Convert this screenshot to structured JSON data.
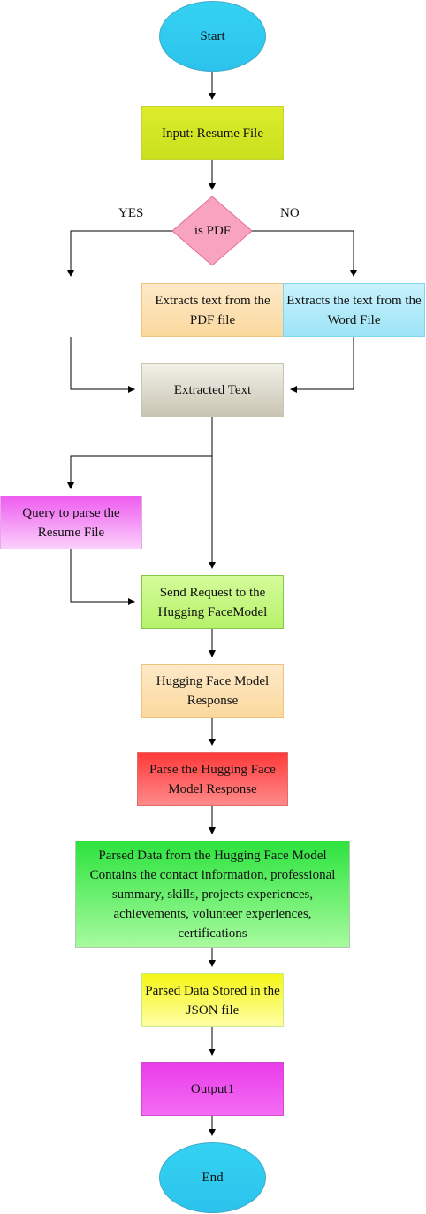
{
  "nodes": {
    "start": "Start",
    "input": "Input: Resume File",
    "decision": "is PDF",
    "pdf": "Extracts text from the PDF file",
    "word": "Extracts the text from the Word File",
    "extracted": "Extracted Text",
    "query": "Query to parse the Resume File",
    "send": "Send Request to the Hugging FaceModel",
    "response": "Hugging Face Model Response",
    "parse": "Parse the Hugging Face Model Response",
    "parsed": "Parsed Data from the Hugging Face Model Contains the contact information, professional summary, skills, projects experiences, achievements, volunteer experiences, certifications",
    "stored": "Parsed Data Stored in the JSON file",
    "output": "Output1",
    "end": "End"
  },
  "edge_labels": {
    "yes": "YES",
    "no": "NO"
  },
  "colors": {
    "terminal": "#2bc3ec",
    "input": "#c9e01f",
    "decision": "#f58bb0",
    "pdf": "#fbd99e",
    "word": "#9ee4f7",
    "extracted": "#d8d5c5",
    "query": "#ee5cf0",
    "send": "#b6f26a",
    "parse": "#ff5a5a",
    "parsed": "#4ee85a",
    "stored": "#f8f84a",
    "output": "#ee4aee",
    "edge": "#000000"
  }
}
